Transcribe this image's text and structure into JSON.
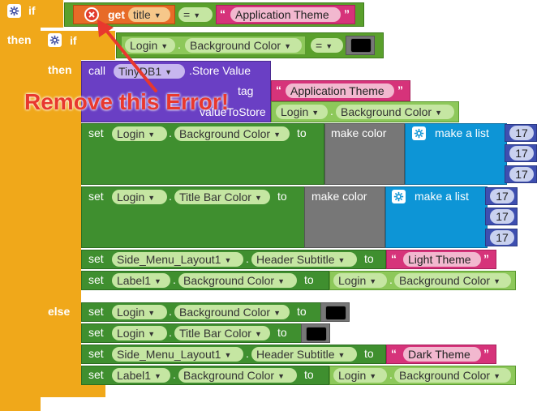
{
  "control": {
    "if_label": "if",
    "then_label": "then",
    "else_label": "else",
    "inner_if_label": "if",
    "inner_then_label": "then"
  },
  "condition": {
    "get_label": "get",
    "var_name": "title",
    "compare_op": "=",
    "string_value": "Application Theme"
  },
  "inner_condition": {
    "component": "Login",
    "property": "Background Color",
    "compare_op": "="
  },
  "store_call": {
    "call_label": "call",
    "component": "TinyDB1",
    "method": ".Store Value",
    "tag_label": "tag",
    "value_label": "valueToStore",
    "tag_value": "Application Theme",
    "value_component": "Login",
    "value_property": "Background Color"
  },
  "then_rows": {
    "set_label": "set",
    "to_label": "to",
    "make_color": "make color",
    "make_list": "make a list",
    "row1": {
      "component": "Login",
      "property": "Background Color",
      "nums": [
        "17",
        "17",
        "17"
      ]
    },
    "row2": {
      "component": "Login",
      "property": "Title Bar Color",
      "nums": [
        "17",
        "17",
        "17"
      ]
    },
    "row3": {
      "component": "Side_Menu_Layout1",
      "property": "Header Subtitle",
      "text": "Light Theme"
    },
    "row4": {
      "component": "Label1",
      "property": "Background Color",
      "src_component": "Login",
      "src_property": "Background Color"
    }
  },
  "else_rows": {
    "row1": {
      "component": "Login",
      "property": "Background Color"
    },
    "row2": {
      "component": "Login",
      "property": "Title Bar Color"
    },
    "row3": {
      "component": "Side_Menu_Layout1",
      "property": "Header Subtitle",
      "text": "Dark Theme"
    },
    "row4": {
      "component": "Label1",
      "property": "Background Color",
      "src_component": "Login",
      "src_property": "Background Color"
    }
  },
  "annotation": {
    "text": "Remove this Error!",
    "color": "#e8382e"
  },
  "colors": {
    "control": "#f0a81a",
    "logic": "#5aa02c",
    "component": "#3f8f2f",
    "text": "#d6337a",
    "color": "#777777",
    "list": "#0d95d6",
    "math": "#3e4fb0",
    "procedure": "#6a3fc4",
    "variable": "#e76b27"
  }
}
